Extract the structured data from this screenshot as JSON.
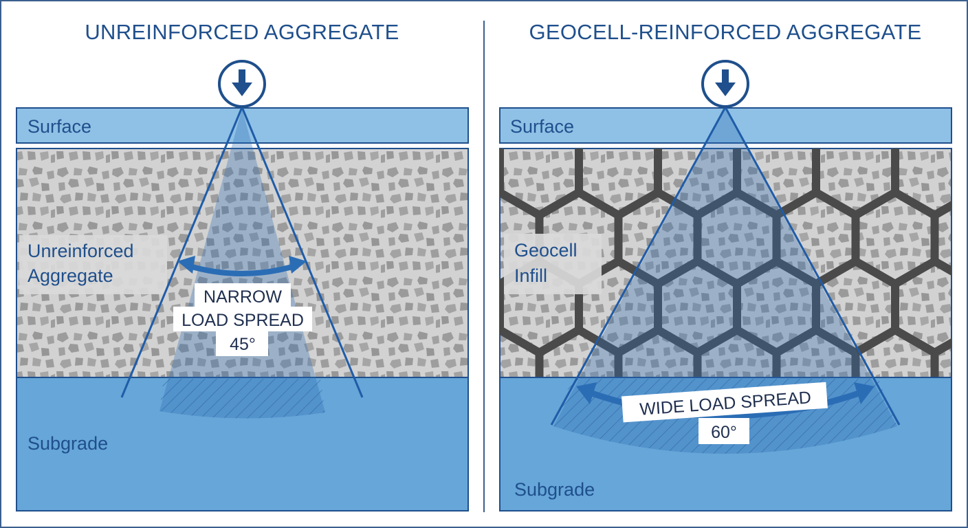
{
  "colors": {
    "primary": "#1f4f8c",
    "accent": "#2b6db5",
    "surface": "#8fc1e6",
    "aggregate": "#cfcfcf",
    "stone": "#9a9a9a",
    "subgrade": "#66a6d8",
    "geocell": "#4d4d4d"
  },
  "left": {
    "title": "UNREINFORCED AGGREGATE",
    "surface_label": "Surface",
    "aggregate_label_line1": "Unreinforced",
    "aggregate_label_line2": "Aggregate",
    "subgrade_label": "Subgrade",
    "spread_line1": "NARROW",
    "spread_line2": "LOAD SPREAD",
    "spread_angle": "45°"
  },
  "right": {
    "title": "GEOCELL-REINFORCED AGGREGATE",
    "surface_label": "Surface",
    "infill_label_line1": "Geocell",
    "infill_label_line2": "Infill",
    "subgrade_label": "Subgrade",
    "spread_line1": "WIDE LOAD SPREAD",
    "spread_angle": "60°"
  },
  "icons": {
    "left_load": "down-arrow-icon",
    "right_load": "down-arrow-icon"
  }
}
